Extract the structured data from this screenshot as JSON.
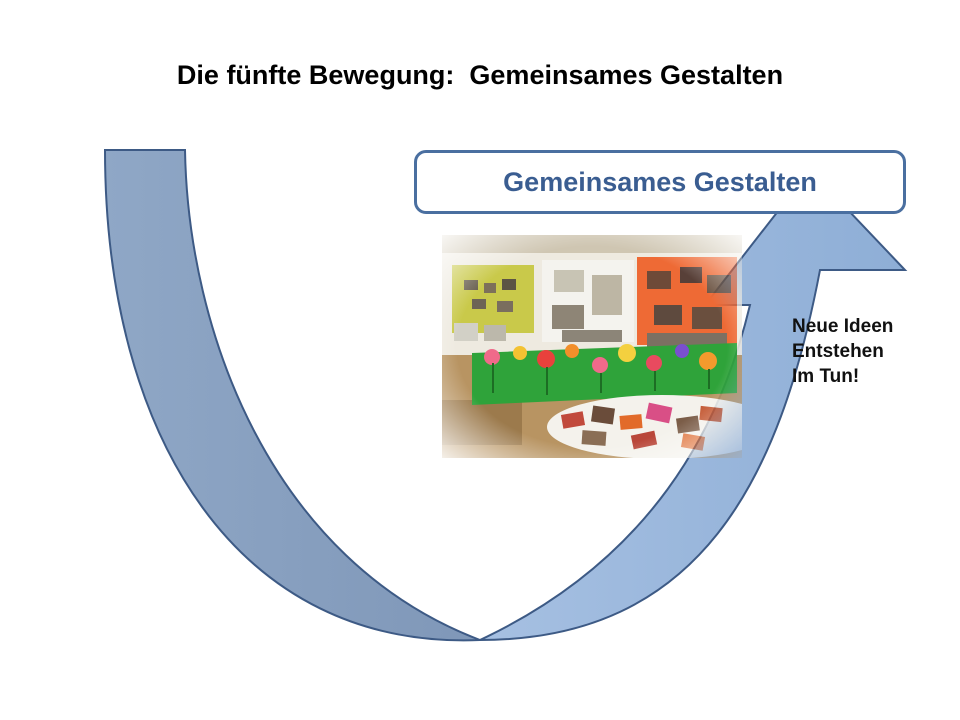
{
  "slide": {
    "title": "Die fünfte Bewegung:  Gemeinsames Gestalten",
    "heading_box": "Gemeinsames Gestalten",
    "caption_lines": [
      "Neue Ideen",
      "Entstehen",
      "Im Tun!"
    ]
  },
  "colors": {
    "arrow_left": "#8ba3c2",
    "arrow_right": "#9bb7db",
    "arrow_stroke": "#3d5a85",
    "box_border": "#4a6fa0",
    "box_text": "#3a5d91"
  }
}
